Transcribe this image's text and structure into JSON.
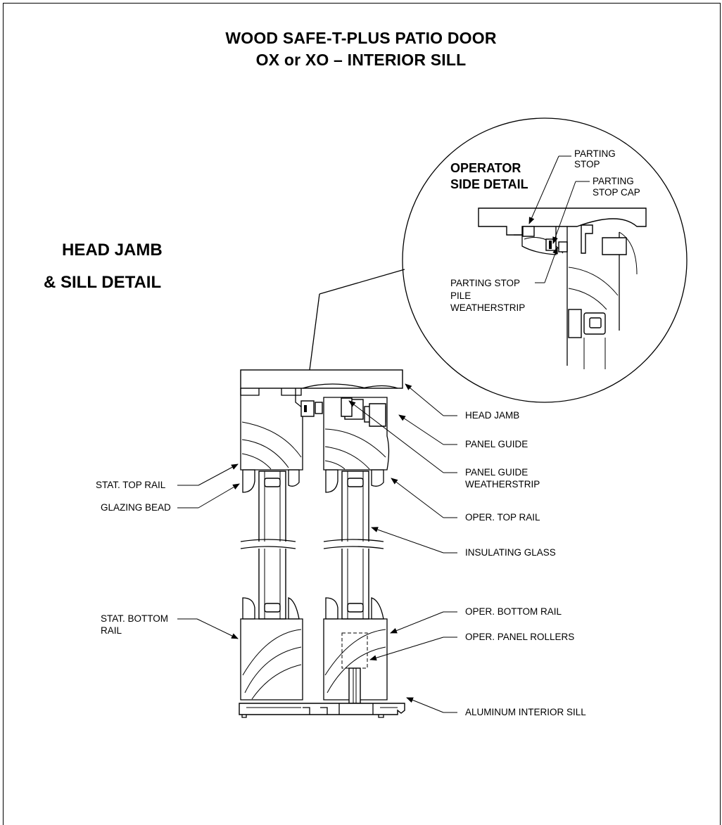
{
  "title": {
    "line1": "WOOD SAFE-T-PLUS PATIO DOOR",
    "line2": "OX or XO – INTERIOR SILL"
  },
  "section_heading": {
    "line1": "HEAD JAMB",
    "line2": "& SILL DETAIL"
  },
  "inset": {
    "heading_line1": "OPERATOR",
    "heading_line2": "SIDE DETAIL",
    "labels": {
      "parting_stop_1": "PARTING",
      "parting_stop_2": "STOP",
      "parting_stop_cap_1": "PARTING",
      "parting_stop_cap_2": "STOP CAP",
      "pile_1": "PARTING STOP",
      "pile_2": "PILE",
      "pile_3": "WEATHERSTRIP"
    }
  },
  "callouts_left": {
    "stat_top_rail": "STAT. TOP RAIL",
    "glazing_bead": "GLAZING BEAD",
    "stat_bottom_rail_1": "STAT. BOTTOM",
    "stat_bottom_rail_2": "RAIL"
  },
  "callouts_right": {
    "head_jamb": "HEAD JAMB",
    "panel_guide": "PANEL GUIDE",
    "panel_guide_ws_1": "PANEL GUIDE",
    "panel_guide_ws_2": "WEATHERSTRIP",
    "oper_top_rail": "OPER. TOP RAIL",
    "insulating_glass": "INSULATING GLASS",
    "oper_bottom_rail": "OPER. BOTTOM RAIL",
    "oper_panel_rollers": "OPER. PANEL ROLLERS",
    "aluminum_interior_sill": "ALUMINUM INTERIOR SILL"
  }
}
